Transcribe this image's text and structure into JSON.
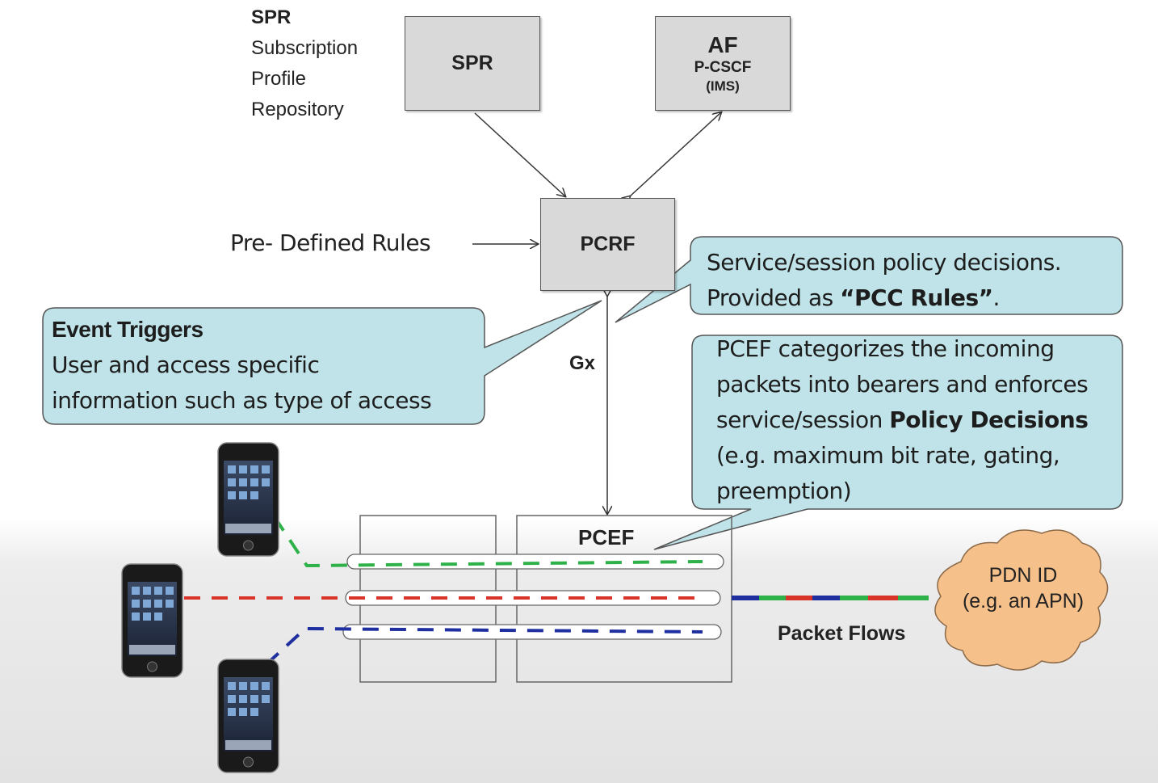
{
  "spr_label": {
    "title": "SPR",
    "lines": [
      "Subscription",
      "Profile",
      "Repository"
    ]
  },
  "boxes": {
    "spr": "SPR",
    "af": {
      "title": "AF",
      "sub1": "P-CSCF",
      "sub2": "(IMS)"
    },
    "pcrf": "PCRF",
    "pcef": "PCEF"
  },
  "predefined_rules": "Pre- Defined Rules",
  "gx": "Gx",
  "callouts": {
    "service_policy": {
      "line1": "Service/session policy decisions.",
      "line2_prefix": "Provided as ",
      "line2_bold": "“PCC Rules”",
      "line2_suffix": "."
    },
    "event_triggers": {
      "title": "Event Triggers",
      "line1": "User and access specific",
      "line2": "information such as type of access"
    },
    "pcef_desc": {
      "line1": "PCEF categorizes  the incoming",
      "line2": "packets into bearers and enforces",
      "line3_prefix": "service/session ",
      "line3_bold": "Policy Decisions",
      "line4": "(e.g. maximum bit rate, gating,",
      "line5": "preemption)"
    }
  },
  "cloud": {
    "line1": "PDN ID",
    "line2": "(e.g. an APN)"
  },
  "packet_flows": "Packet Flows",
  "colors": {
    "green": "#2fb14a",
    "red": "#d8342a",
    "blue": "#1f2fa0",
    "callout_fill": "#bfe3e8",
    "cloud_fill": "#f6c08a",
    "box_fill": "#d9d9d9"
  }
}
